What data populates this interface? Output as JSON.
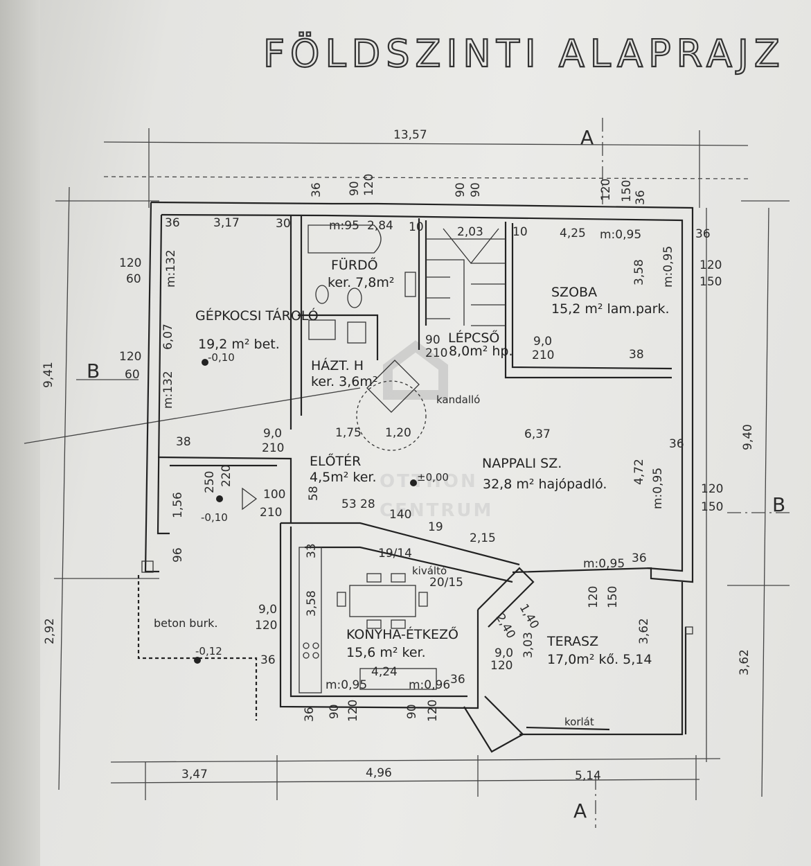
{
  "title": "FÖLDSZINTI ALAPRAJZ",
  "section_marks": {
    "a_top": "A",
    "a_bottom": "A",
    "b_left": "B",
    "b_right": "B"
  },
  "rooms": [
    {
      "name": "FÜRDŐ",
      "area": "ker. 7,8m²"
    },
    {
      "name": "SZOBA",
      "area": "15,2 m² lam.park."
    },
    {
      "name": "GÉPKOCSI TÁROLÓ",
      "area": "19,2 m² bet."
    },
    {
      "name": "HÁZT. H",
      "area": "ker. 3,6m²"
    },
    {
      "name": "LÉPCSŐ",
      "area": "8,0m² hp."
    },
    {
      "name": "ELŐTÉR",
      "area": "4,5m² ker."
    },
    {
      "name": "NAPPALI SZ.",
      "area": "32,8 m² hajópadló."
    },
    {
      "name": "KONYHA-ÉTKEZŐ",
      "area": "15,6 m² ker."
    },
    {
      "name": "TERASZ",
      "area": "17,0m² kő. 5,14"
    }
  ],
  "annotations": {
    "kandallo": "kandalló",
    "kivalto": "kiváltó",
    "beton": "beton burk.",
    "korlat": "korlát",
    "lev_garage": "-0,10",
    "lev_parking": "-0,10",
    "lev_hall": "±0,00",
    "lev_outside": "-0,12"
  },
  "dimensions": {
    "top_total": "13,57",
    "left_total": "9,41",
    "right_total": "9,40",
    "bottom_left": "3,47",
    "bottom_mid": "4,96",
    "bottom_right": "5,14",
    "left_lower": "2,92",
    "right_lower": "3,62",
    "d36a": "36",
    "d317": "3,17",
    "d30": "30",
    "m95": "m:95",
    "d284": "2,84",
    "d10a": "10",
    "d203": "2,03",
    "d10b": "10",
    "d425": "4,25",
    "m095a": "m:0,95",
    "d36b": "36",
    "d90t1": "90",
    "d120t1": "120",
    "d36t": "36",
    "d90t2": "90",
    "d90t3": "90",
    "d120t2": "120",
    "d150t": "150",
    "d36t2": "36",
    "l120a": "120",
    "l60a": "60",
    "m132a": "m:132",
    "l120b": "120",
    "l60b": "60",
    "m132b": "m:132",
    "d607": "6,07",
    "r120a": "120",
    "r150a": "150",
    "m095b": "m:0,95",
    "d358": "3,58",
    "d38a": "38",
    "d38b": "38",
    "d90l1": "90",
    "d210l1": "210",
    "d90l2": "9,0",
    "d210l2": "210",
    "d90e": "9,0",
    "d210e": "210",
    "d175": "1,75",
    "d120e": "1,20",
    "d637": "6,37",
    "d36c": "36",
    "d250": "250",
    "d220": "220",
    "d100": "100",
    "d210g": "210",
    "d58": "58",
    "d156": "1,56",
    "d96": "96",
    "d5328": "53 28",
    "d140": "140",
    "d19": "19",
    "d215": "2,15",
    "d1914": "19/14",
    "d2015": "20/15",
    "d472": "4,72",
    "m095c": "m:0,95",
    "r120b": "120",
    "r150b": "150",
    "m095d": "m:0,95",
    "d36d": "36",
    "d120t": "120",
    "d150tt": "150",
    "d33": "33",
    "d358k": "3,58",
    "d90k": "9,0",
    "d120k": "120",
    "d140k": "1,40",
    "d240k": "2,40",
    "d303": "3,03",
    "d362t": "3,62",
    "d90kk": "9,0",
    "d120kk": "120",
    "d36k": "36",
    "m095e": "m:0,95",
    "d424": "4,24",
    "m095f": "m:0,96",
    "d36kk": "36",
    "d36bot": "36",
    "d90b1": "90",
    "d120b1": "120",
    "d90b2": "90",
    "d120b2": "120"
  }
}
